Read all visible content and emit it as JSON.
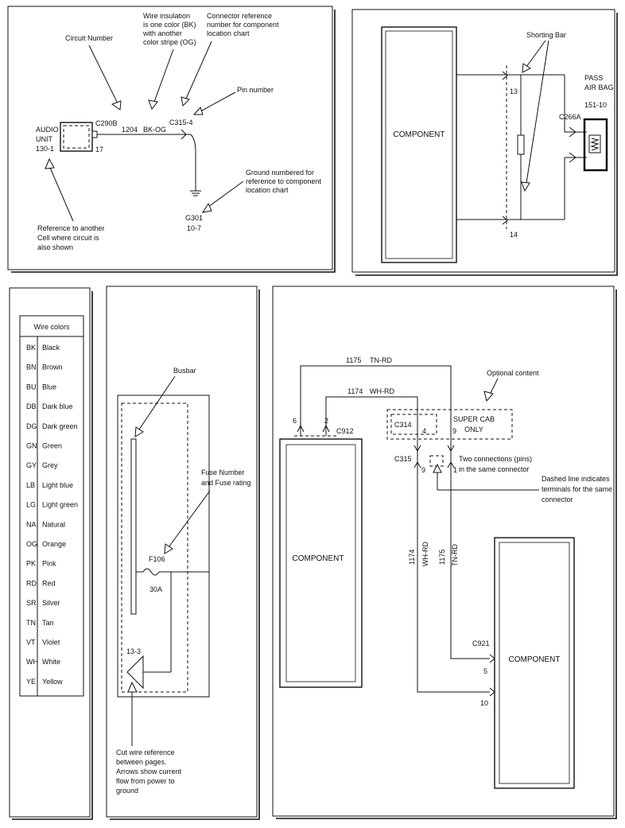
{
  "panel1": {
    "circuit_number_label": "Circuit Number",
    "insulation_note": [
      "Wire insulation",
      "is one color (BK)",
      "with another",
      "color stripe (OG)"
    ],
    "connector_ref_note": [
      "Connector reference",
      "number for component",
      "location chart"
    ],
    "pin_number_label": "Pin number",
    "ground_note": [
      "Ground numbered for",
      "reference to component",
      "location chart"
    ],
    "reference_note": [
      "Reference to another",
      "Cell where circuit is",
      "also shown"
    ],
    "component_lines": [
      "AUDIO",
      "UNIT",
      "130-1"
    ],
    "connector": "C290B",
    "pin": "17",
    "circuit": "1204",
    "wire_color": "BK-OG",
    "connector_ref": "C315-4",
    "ground": [
      "G301",
      "10-7"
    ]
  },
  "panel2": {
    "component": "COMPONENT",
    "shorting_bar_label": "Shorting Bar",
    "pin_top": "13",
    "pin_bottom": "14",
    "connector": "C266A",
    "airbag_lines": [
      "PASS",
      "AIR BAG",
      "151-10"
    ]
  },
  "legend": {
    "title": "Wire colors",
    "rows": [
      {
        "code": "BK",
        "name": "Black"
      },
      {
        "code": "BN",
        "name": "Brown"
      },
      {
        "code": "BU",
        "name": "Blue"
      },
      {
        "code": "DB",
        "name": "Dark blue"
      },
      {
        "code": "DG",
        "name": "Dark green"
      },
      {
        "code": "GN",
        "name": "Green"
      },
      {
        "code": "GY",
        "name": "Grey"
      },
      {
        "code": "LB",
        "name": "Light blue"
      },
      {
        "code": "LG",
        "name": "Light green"
      },
      {
        "code": "NA",
        "name": "Natural"
      },
      {
        "code": "OG",
        "name": "Orange"
      },
      {
        "code": "PK",
        "name": "Pink"
      },
      {
        "code": "RD",
        "name": "Red"
      },
      {
        "code": "SR",
        "name": "Silver"
      },
      {
        "code": "TN",
        "name": "Tan"
      },
      {
        "code": "VT",
        "name": "Violet"
      },
      {
        "code": "WH",
        "name": "White"
      },
      {
        "code": "YE",
        "name": "Yellow"
      }
    ]
  },
  "panel4": {
    "busbar_label": "Busbar",
    "fuse_note": [
      "Fuse Number",
      "and Fuse rating"
    ],
    "fuse_number": "F106",
    "fuse_rating": "30A",
    "cut_ref": "13-3",
    "cut_note": [
      "Cut wire reference",
      "between pages.",
      "Arrows show current",
      "flow from power to",
      "ground"
    ]
  },
  "panel5": {
    "wire_top_circuit": "1175",
    "wire_top_color": "TN-RD",
    "wire_mid_circuit": "1174",
    "wire_mid_color": "WH-RD",
    "optional_label": "Optional content",
    "super_cab": [
      "SUPER CAB",
      "ONLY"
    ],
    "c314": "C314",
    "c314_pin_a": "4",
    "c314_pin_b": "9",
    "c912": "C912",
    "c912_pin_a": "6",
    "c912_pin_b": "2",
    "c315": "C315",
    "c315_pin_a": "9",
    "c315_pin_b": "1",
    "two_conn_note": [
      "Two connections (pins)",
      "in the same connector"
    ],
    "dashed_note": [
      "Dashed line indicates",
      "terminals for the same",
      "connector"
    ],
    "left_component": "COMPONENT",
    "right_component": "COMPONENT",
    "vert_circuit_a": "1174",
    "vert_color_a": "WH-RD",
    "vert_circuit_b": "1175",
    "vert_color_b": "TN-RD",
    "c921": "C921",
    "c921_pin_a": "5",
    "c921_pin_b": "10"
  }
}
